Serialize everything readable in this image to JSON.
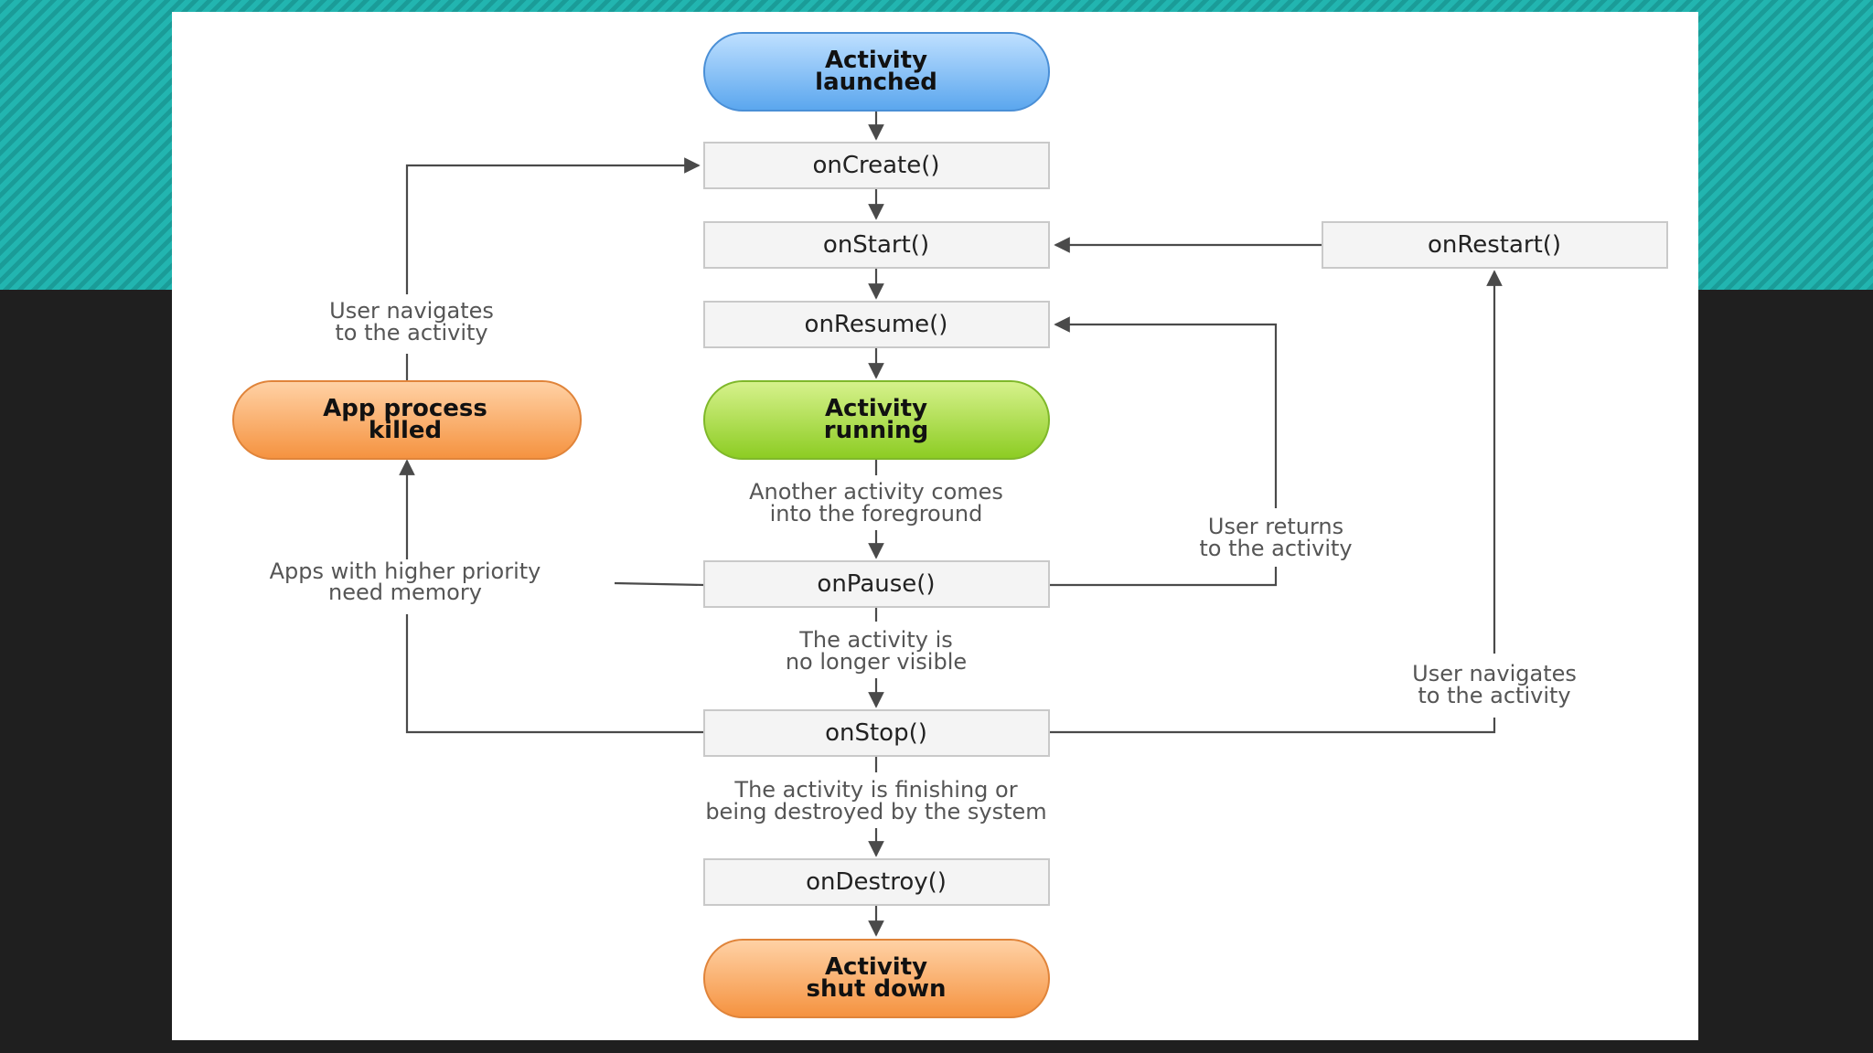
{
  "diagram": {
    "nodes": {
      "activity_launched": [
        "Activity",
        "launched"
      ],
      "on_create": "onCreate()",
      "on_start": "onStart()",
      "on_restart": "onRestart()",
      "on_resume": "onResume()",
      "activity_running": [
        "Activity",
        "running"
      ],
      "app_process_killed": [
        "App process",
        "killed"
      ],
      "on_pause": "onPause()",
      "on_stop": "onStop()",
      "on_destroy": "onDestroy()",
      "activity_shut_down": [
        "Activity",
        "shut down"
      ]
    },
    "edge_labels": {
      "user_navigates_left": [
        "User navigates",
        "to the activity"
      ],
      "another_activity": [
        "Another activity comes",
        "into the foreground"
      ],
      "user_returns": [
        "User returns",
        "to the activity"
      ],
      "apps_higher_priority": [
        "Apps with higher priority",
        "need memory"
      ],
      "no_longer_visible": [
        "The activity is",
        "no longer visible"
      ],
      "user_navigates_right": [
        "User navigates",
        "to the activity"
      ],
      "finishing": [
        "The activity is finishing or",
        "being destroyed by the system"
      ]
    },
    "colors": {
      "launched_fill": "#6fb3f2",
      "running_fill": "#9bd436",
      "killed_fill": "#f7a15a",
      "shutdown_fill": "#f7a15a",
      "node_fill": "#f4f4f4",
      "node_stroke": "#c9c9c9",
      "line": "#4a4a4a"
    }
  }
}
